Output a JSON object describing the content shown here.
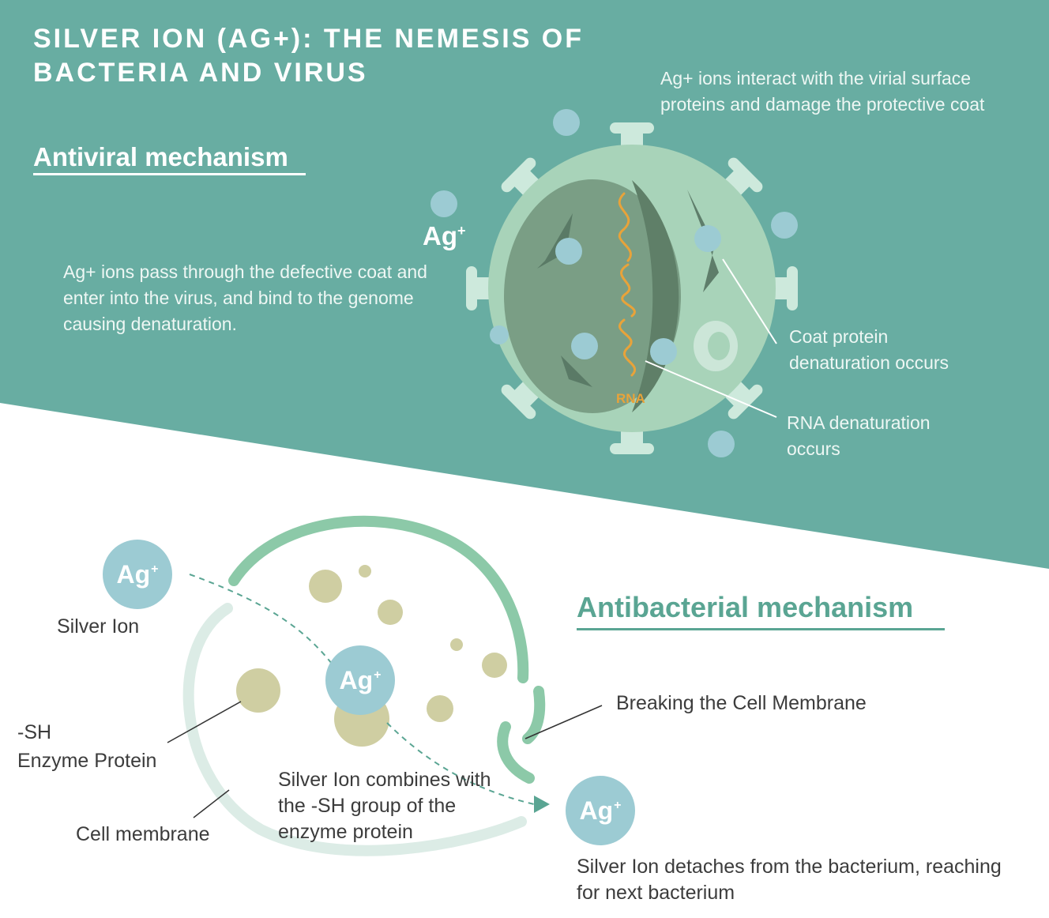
{
  "title": "SILVER ION (AG+): THE NEMESIS OF BACTERIA AND VIRUS",
  "antiviral": {
    "heading": "Antiviral mechanism",
    "ag_label": "Ag",
    "ag_sup": "+",
    "pass_text": "Ag+ ions pass through the defective coat and enter into the virus, and bind to the genome causing denaturation.",
    "surface_text": "Ag+ ions interact with the virial surface proteins and damage the protective coat",
    "coat_text": "Coat protein denaturation occurs",
    "rna_text": "RNA denaturation occurs",
    "rna_label": "RNA"
  },
  "antibacterial": {
    "heading": "Antibacterial mechanism",
    "ag_label": "Ag",
    "ag_sup": "+",
    "silver_ion": "Silver Ion",
    "sh_line1": "-SH",
    "sh_line2": "Enzyme Protein",
    "cell_membrane": "Cell membrane",
    "combines": "Silver Ion combines with the -SH group of the enzyme protein",
    "breaking": "Breaking the Cell Membrane",
    "detaches": "Silver Ion detaches from the bacterium, reaching for next bacterium"
  },
  "colors": {
    "teal": "#68ada2",
    "ion_blue": "#9ccbd3",
    "heading_green": "#5aa593",
    "membrane_green": "#8cc9a8",
    "enzyme_olive": "#cfcea2",
    "rna_orange": "#e8a33a"
  }
}
